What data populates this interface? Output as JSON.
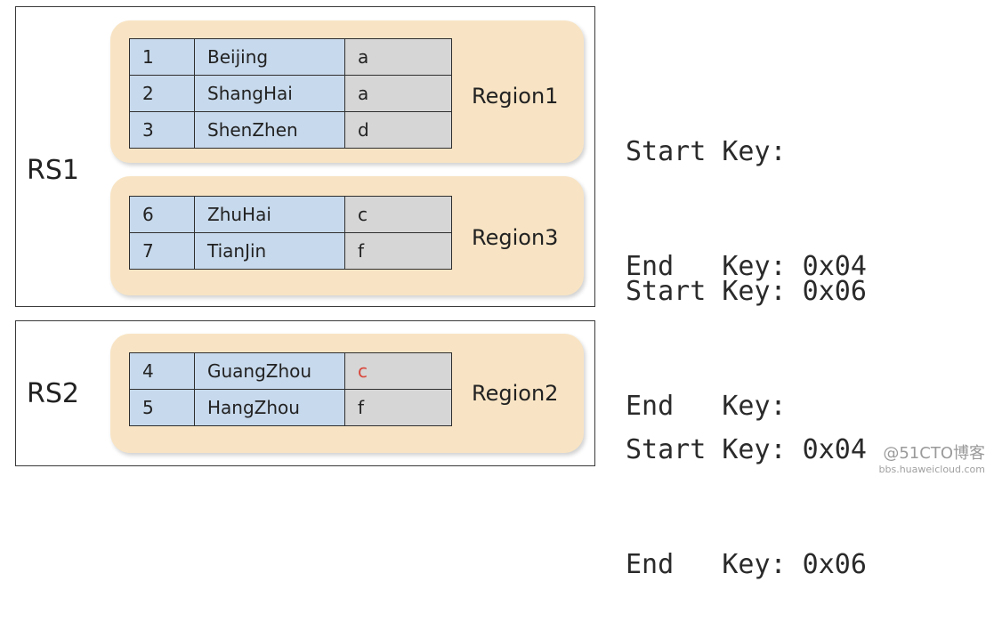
{
  "servers": [
    {
      "label": "RS1",
      "regions": [
        {
          "label": "Region1",
          "rows": [
            {
              "id": "1",
              "city": "Beijing",
              "val": "a"
            },
            {
              "id": "2",
              "city": "ShangHai",
              "val": "a"
            },
            {
              "id": "3",
              "city": "ShenZhen",
              "val": "d"
            }
          ],
          "start_key": "Start Key:",
          "end_key": "End   Key: 0x04"
        },
        {
          "label": "Region3",
          "rows": [
            {
              "id": "6",
              "city": "ZhuHai",
              "val": "c"
            },
            {
              "id": "7",
              "city": "TianJin",
              "val": "f"
            }
          ],
          "start_key": "Start Key: 0x06",
          "end_key": "End   Key:"
        }
      ]
    },
    {
      "label": "RS2",
      "regions": [
        {
          "label": "Region2",
          "rows": [
            {
              "id": "4",
              "city": "GuangZhou",
              "val": "c"
            },
            {
              "id": "5",
              "city": "HangZhou",
              "val": "f"
            }
          ],
          "start_key": "Start Key: 0x04",
          "end_key": "End   Key: 0x06"
        }
      ]
    }
  ],
  "colors": {
    "region_fill": "#f8e4c4",
    "key_cell": "#c7d9ec",
    "value_cell": "#d6d6d6",
    "highlight_text": "#d9463a"
  },
  "watermark": {
    "line1": "@51CTO博客",
    "line2": "bbs.huaweicloud.com"
  }
}
